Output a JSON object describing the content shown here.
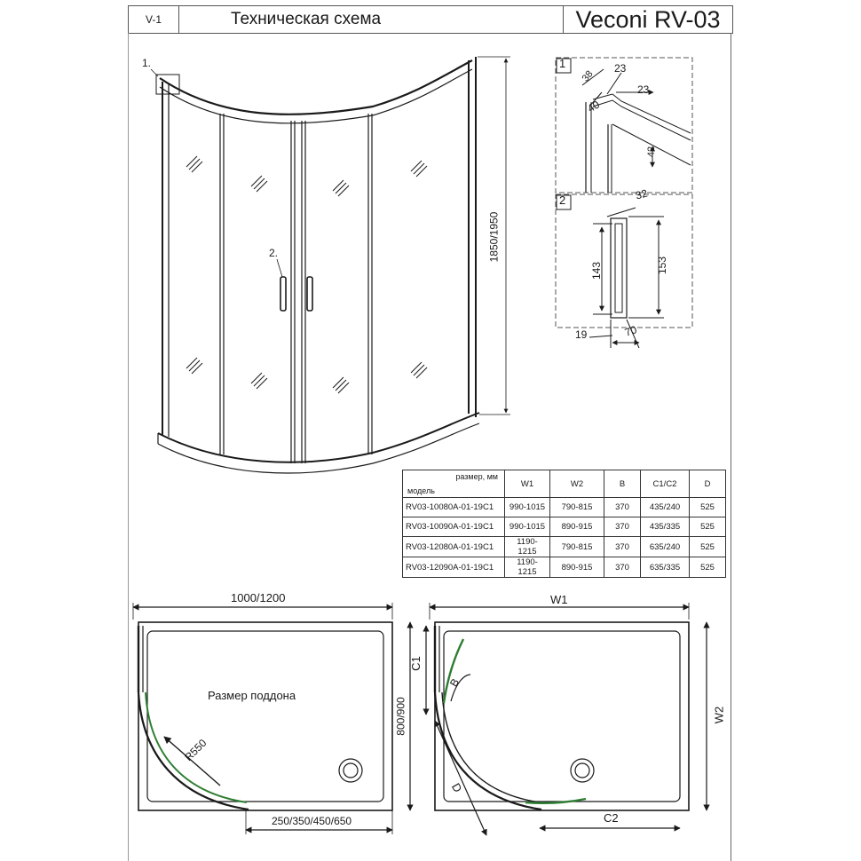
{
  "header": {
    "version": "V-1",
    "title": "Техническая схема",
    "model": "Veconi RV-03"
  },
  "elevation": {
    "callout_1": "1.",
    "callout_2": "2.",
    "height_label": "1850/1950"
  },
  "detail_1": {
    "index": "1",
    "dims": [
      "38",
      "23",
      "23",
      "40",
      "42"
    ]
  },
  "detail_2": {
    "index": "2",
    "dims": [
      "32",
      "143",
      "153",
      "19",
      "70"
    ]
  },
  "spec_table": {
    "corner_top": "размер, мм",
    "corner_bottom": "модель",
    "columns": [
      "W1",
      "W2",
      "B",
      "C1/C2",
      "D"
    ],
    "rows": [
      {
        "model": "RV03-10080A-01-19C1",
        "w1": "990-1015",
        "w2": "790-815",
        "b": "370",
        "c": "435/240",
        "d": "525"
      },
      {
        "model": "RV03-10090A-01-19C1",
        "w1": "990-1015",
        "w2": "890-915",
        "b": "370",
        "c": "435/335",
        "d": "525"
      },
      {
        "model": "RV03-12080A-01-19C1",
        "w1": "1190-1215",
        "w2": "790-815",
        "b": "370",
        "c": "635/240",
        "d": "525"
      },
      {
        "model": "RV03-12090A-01-19C1",
        "w1": "1190-1215",
        "w2": "890-915",
        "b": "370",
        "c": "635/335",
        "d": "525"
      }
    ]
  },
  "plan_left": {
    "width_label": "1000/1200",
    "depth_label": "800/900",
    "tray_label": "Размер поддона",
    "radius_label": "R550",
    "bottom_label": "250/350/450/650"
  },
  "plan_right": {
    "w1_label": "W1",
    "w2_label": "W2",
    "c1_label": "C1",
    "c2_label": "C2",
    "b_label": "B",
    "d_label": "D"
  },
  "colors": {
    "line": "#1a1a1a",
    "glass_highlight": "#2e7d32"
  }
}
